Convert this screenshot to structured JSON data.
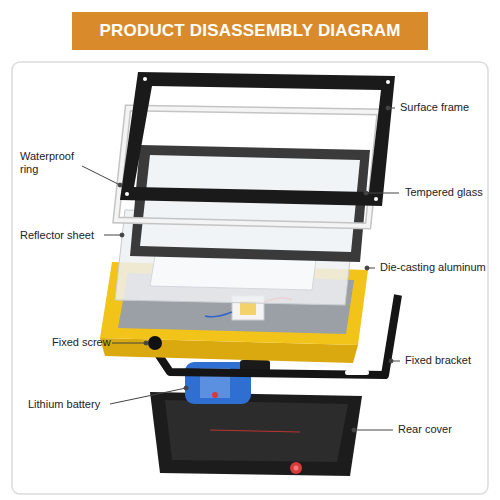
{
  "diagram": {
    "title": "PRODUCT DISASSEMBLY DIAGRAM",
    "labels": [
      "Surface frame",
      "Waterproof ring",
      "Tempered glass",
      "Reflector sheet",
      "Die-casting aluminum",
      "Fixed screw",
      "Fixed bracket",
      "Lithium battery",
      "Rear cover"
    ]
  }
}
